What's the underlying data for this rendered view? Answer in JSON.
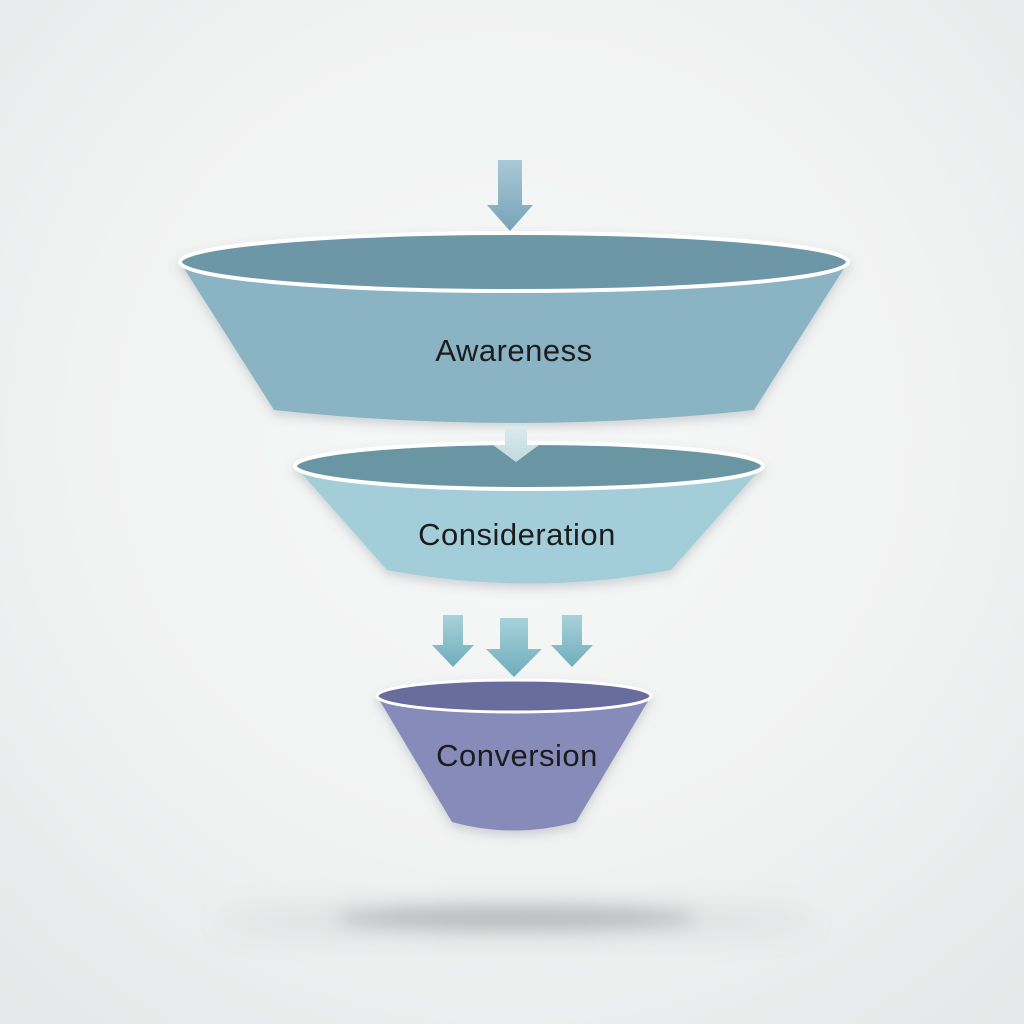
{
  "diagram": {
    "type": "funnel",
    "stages": [
      {
        "label": "Awareness",
        "body_color": "#8ab3c3",
        "top_color": "#6d96a7"
      },
      {
        "label": "Consideration",
        "body_color": "#a3ced9",
        "top_color": "#6b95a3"
      },
      {
        "label": "Conversion",
        "body_color": "#878bba",
        "top_color": "#696d9d"
      }
    ],
    "arrows": {
      "entry": {
        "color_top": "#a9c9d6",
        "color_bottom": "#78a3b7"
      },
      "stage1_to_2": {
        "color_top": "#ddebee",
        "color_bottom": "#c0dae0"
      },
      "stage2_to_3": {
        "count": 3,
        "color_top": "#a8d2da",
        "color_bottom": "#6fadbc"
      }
    }
  },
  "palette": {
    "background_center": "#f7f8f8",
    "background_mid": "#f1f2f2",
    "background_edge": "#e4e6e7",
    "rim": "#ffffff",
    "text": "#1c1c1e",
    "shadow": "#8f9496"
  }
}
